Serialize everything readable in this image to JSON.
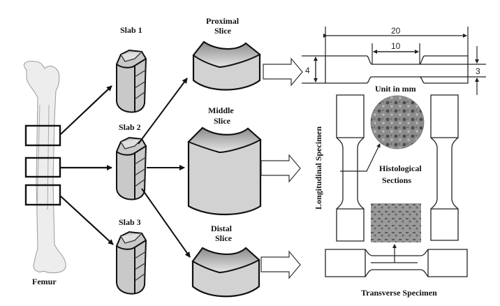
{
  "diagram": {
    "femur_label": "Femur",
    "slabs": [
      {
        "label": "Slab 1"
      },
      {
        "label": "Slab 2"
      },
      {
        "label": "Slab 3"
      }
    ],
    "slices": [
      {
        "line1": "Proximal",
        "line2": "Slice"
      },
      {
        "line1": "Middle",
        "line2": "Slice"
      },
      {
        "line1": "Distal",
        "line2": "Slice"
      }
    ],
    "dimensions": {
      "overall_length": "20",
      "gauge_length": "10",
      "grip_width": "4",
      "gauge_width": "3",
      "unit_label": "Unit in mm"
    },
    "longitudinal_label": "Longitudinal Specimen",
    "transverse_label": "Transverse Specimen",
    "histology_label_line1": "Histological",
    "histology_label_line2": "Sections"
  },
  "colors": {
    "line": "#111111",
    "bone_fill": "#ececec",
    "slab_fill": "#c8c8c8",
    "slice_top": "#9a9a9a",
    "slice_face": "#d0d0d0",
    "histology": "#7a7a7a"
  }
}
